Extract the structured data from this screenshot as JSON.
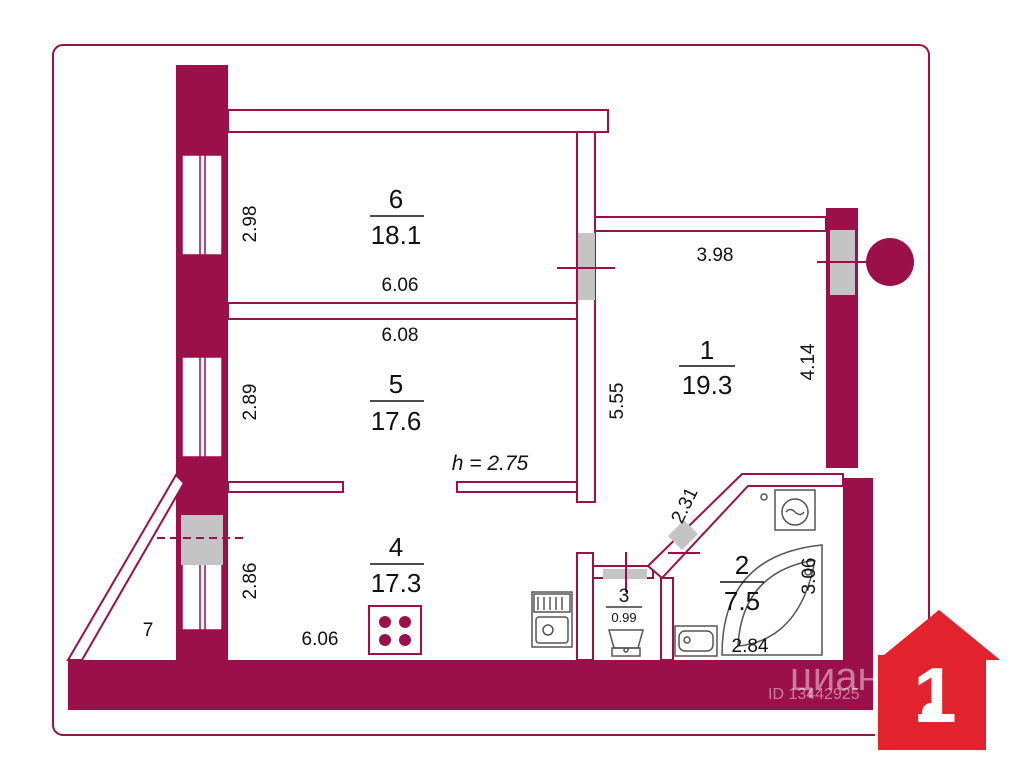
{
  "colors": {
    "wall": "#9b0f4b",
    "frame": "#9b0f4b",
    "window_gray": "#c4c4c4",
    "logo_red": "#e2222c",
    "logo_bg": "#ffffff"
  },
  "rooms": [
    {
      "number": "6",
      "area": "18.1"
    },
    {
      "number": "5",
      "area": "17.6"
    },
    {
      "number": "4",
      "area": "17.3"
    },
    {
      "number": "1",
      "area": "19.3"
    },
    {
      "number": "2",
      "area": "7.5"
    },
    {
      "number": "3",
      "area": "0.99"
    },
    {
      "number": "7",
      "area": ""
    }
  ],
  "dimensions": {
    "room6_height": "2.98",
    "room6_width": "6.06",
    "room5_width": "6.08",
    "room5_height": "2.89",
    "room4_height": "2.86",
    "room4_width": "6.06",
    "room1_width": "3.98",
    "room1_height": "4.14",
    "partition_length": "5.55",
    "bath_diagonal": "2.31",
    "bath_width": "2.84",
    "bath_height": "3.06"
  },
  "ceiling_height": "h = 2.75",
  "watermark": {
    "brand": "циан",
    "id": "ID 13442925"
  },
  "logo": {
    "digit": "1",
    "icon": "house-key-icon"
  },
  "icons": [
    "stove-icon",
    "kitchen-sink-icon",
    "toilet-icon",
    "bathroom-sink-icon",
    "bathtub-icon",
    "washing-machine-icon",
    "electric-meter-icon"
  ]
}
